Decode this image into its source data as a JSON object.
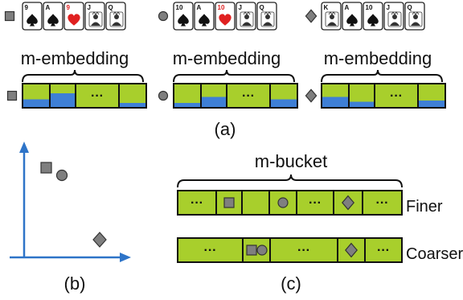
{
  "colors": {
    "green": "#A8CF2C",
    "blue": "#3E7FD6",
    "gray": "#7F7F7F",
    "axis": "#2E74C8",
    "red": "#E02020",
    "black": "#111111"
  },
  "hands": [
    {
      "marker": "square",
      "cards": [
        {
          "rank": "9",
          "suit": "spade",
          "color": "black"
        },
        {
          "rank": "A",
          "suit": "spade",
          "color": "black"
        },
        {
          "rank": "9",
          "suit": "heart",
          "color": "red"
        },
        {
          "rank": "J",
          "suit": "face",
          "color": "black"
        },
        {
          "rank": "Q",
          "suit": "face",
          "color": "black"
        }
      ],
      "embedding_title": "m-embedding",
      "cell_fill_levels": [
        0.35,
        0.6,
        null,
        0.2
      ],
      "ellipsis": "···"
    },
    {
      "marker": "circle",
      "cards": [
        {
          "rank": "10",
          "suit": "spade",
          "color": "black"
        },
        {
          "rank": "A",
          "suit": "spade",
          "color": "black"
        },
        {
          "rank": "10",
          "suit": "heart",
          "color": "red"
        },
        {
          "rank": "J",
          "suit": "face",
          "color": "black"
        },
        {
          "rank": "Q",
          "suit": "face",
          "color": "black"
        }
      ],
      "embedding_title": "m-embedding",
      "cell_fill_levels": [
        0.2,
        0.45,
        null,
        0.35
      ],
      "ellipsis": "···"
    },
    {
      "marker": "diamond",
      "cards": [
        {
          "rank": "K",
          "suit": "face",
          "color": "black"
        },
        {
          "rank": "A",
          "suit": "spade",
          "color": "black"
        },
        {
          "rank": "10",
          "suit": "spade",
          "color": "black"
        },
        {
          "rank": "J",
          "suit": "face",
          "color": "black"
        },
        {
          "rank": "Q",
          "suit": "face",
          "color": "black"
        }
      ],
      "embedding_title": "m-embedding",
      "cell_fill_levels": [
        0.45,
        0.25,
        null,
        0.3
      ],
      "ellipsis": "···"
    }
  ],
  "labels": {
    "a": "(a)",
    "b": "(b)",
    "c": "(c)",
    "bucket_title": "m-bucket",
    "finer": "Finer",
    "coarser": "Coarser",
    "ellipsis": "···"
  },
  "bucket_rows": {
    "finer": [
      {
        "content": "ellipsis"
      },
      {
        "content": "square"
      },
      {
        "content": "empty"
      },
      {
        "content": "circle"
      },
      {
        "content": "ellipsis"
      },
      {
        "content": "diamond"
      },
      {
        "content": "ellipsis"
      }
    ],
    "coarser": [
      {
        "content": "ellipsis"
      },
      {
        "content": "square+circle"
      },
      {
        "content": "ellipsis"
      },
      {
        "content": "diamond"
      },
      {
        "content": "ellipsis"
      }
    ]
  }
}
